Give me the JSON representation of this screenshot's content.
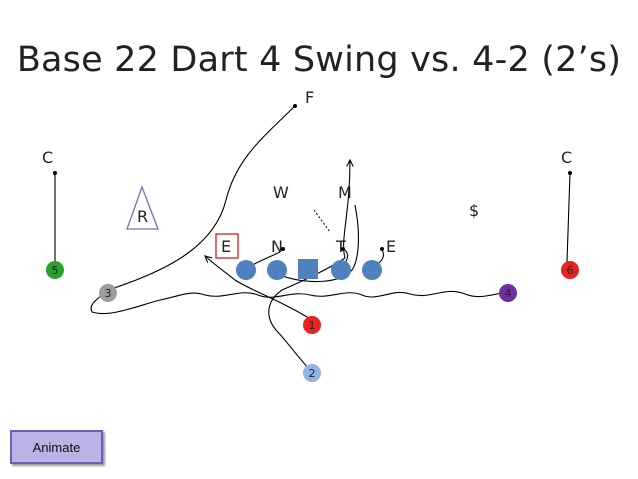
{
  "title": "Base 22 Dart 4 Swing vs. 4-2 (2’s)",
  "button": {
    "label": "Animate"
  },
  "defense_labels": {
    "free_safety": "F",
    "corner_left": "C",
    "corner_right": "C",
    "will": "W",
    "mike": "M",
    "rover": "R",
    "dollar": "$",
    "end_left": "E",
    "nose": "N",
    "tackle": "T",
    "end_right": "E"
  },
  "offense_numbers": {
    "receiver_5": "5",
    "receiver_6": "6",
    "back_3": "3",
    "back_4": "4",
    "back_1": "1",
    "back_2": "2"
  },
  "colors": {
    "lineman": "#4f81bd",
    "receiver_5": "#2ca02c",
    "receiver_6": "#e8231f",
    "back_3": "#9e9e9e",
    "back_4": "#7030a0",
    "back_1": "#e8231f",
    "back_2": "#8fb3e2",
    "end_box": "#d02020",
    "rover_triangle": "#7a6fb0"
  }
}
